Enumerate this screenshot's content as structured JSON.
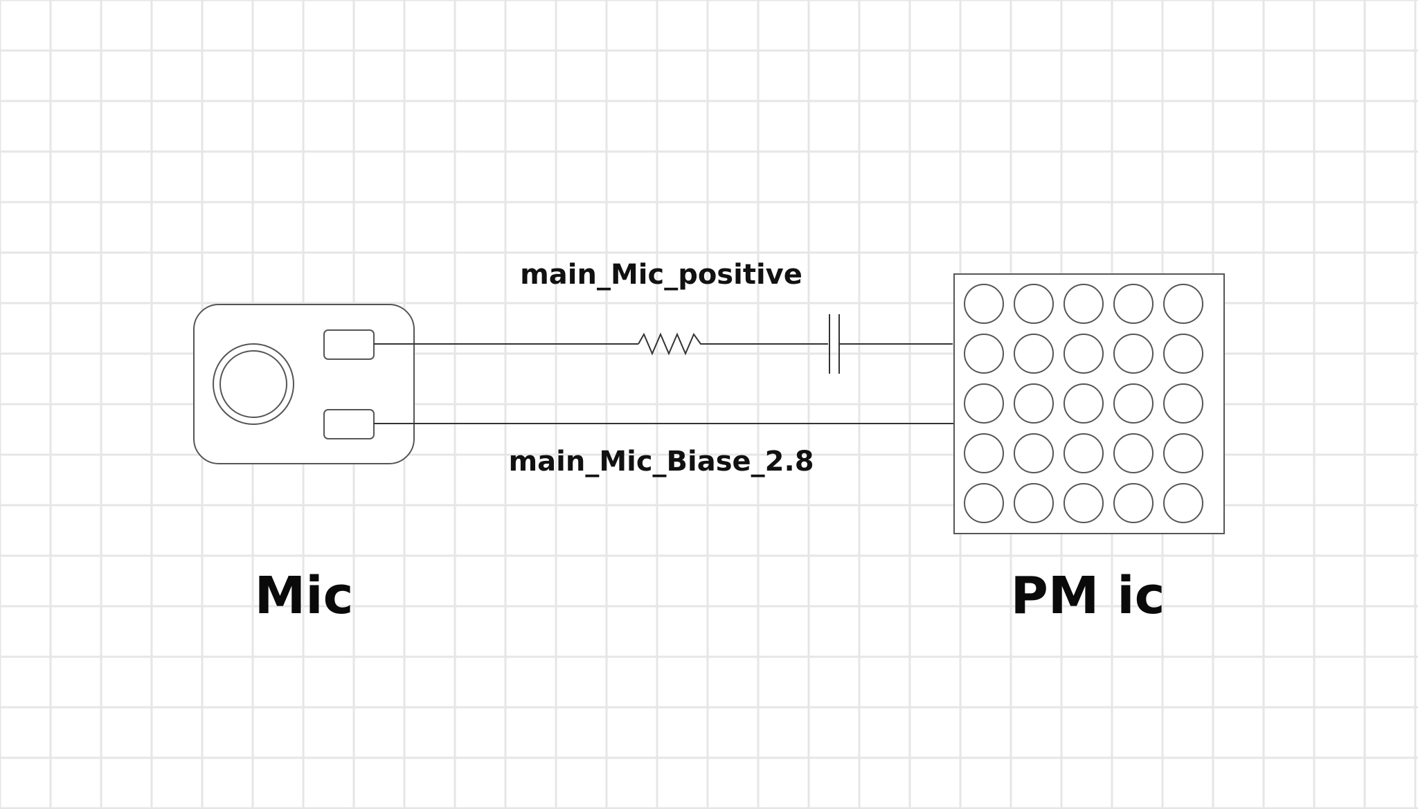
{
  "diagram": {
    "nets": {
      "positive_label": "main_Mic_positive",
      "bias_label": "main_Mic_Biase_2.8"
    },
    "components": {
      "mic_label": "Mic",
      "pmic_label": "PM ic"
    }
  },
  "pmic_grid": {
    "rows": 5,
    "cols": 5
  },
  "colors": {
    "background": "#ffffff",
    "grid": "#e6e6e6",
    "stroke": "#555555",
    "text": "#111111"
  },
  "icons": {
    "resistor": "resistor-icon",
    "capacitor": "capacitor-icon"
  }
}
